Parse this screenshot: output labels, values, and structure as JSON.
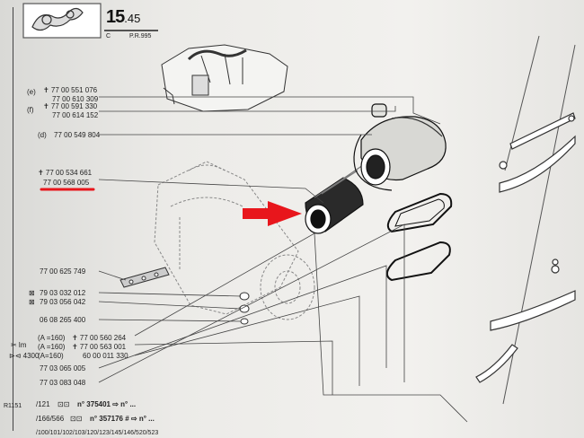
{
  "header": {
    "page_number": "15",
    "page_suffix": ".45",
    "code_c": "C",
    "code_pr": "P.R.995"
  },
  "parts": [
    {
      "prefix": "(e)",
      "line1": "✝ 77 00 551 076",
      "line2": "77 00 610 309"
    },
    {
      "prefix": "(f)",
      "line1": "✝ 77 00 591 330",
      "line2": "77 00 614 152"
    },
    {
      "prefix": "(d)",
      "line1": "77 00 549 804"
    },
    {
      "prefix": "",
      "line1": "✝ 77 00 534 661",
      "line2": "77 00 568 005"
    },
    {
      "prefix": "",
      "line1": "77 00 625 749"
    },
    {
      "prefix": "⊠",
      "line1": "79 03 032 012"
    },
    {
      "prefix": "⊠",
      "line1": "79 03 056 042"
    },
    {
      "prefix": "",
      "line1": "06 08 265 400"
    }
  ],
  "variants": [
    {
      "cond": "(A =160)",
      "code": "✝ 77 00 560 264"
    },
    {
      "cond": "(A =160)",
      "code": "✝ 77 00 563 001"
    },
    {
      "cond": "(A=160)",
      "code": "60 00 011 330"
    }
  ],
  "variant_labels": {
    "left_a": "✂ lm",
    "left_b": "⊳⊲ 4300"
  },
  "extra_parts": [
    "77 03 065 005",
    "77 03 083 048"
  ],
  "footer": [
    {
      "models": "/121",
      "icon": "⊡⊡",
      "text": "n° 375401 ⇨ n° ..."
    },
    {
      "models": "/166/566",
      "icon": "⊡⊡",
      "text": "n° 357176 # ⇨ n° ..."
    },
    {
      "models": "/100/101/102/103/120/123/145/146/520/523",
      "icon": "",
      "text": ""
    }
  ],
  "margin_code": "R1151",
  "annotation": {
    "color_accent": "#e8161c"
  }
}
